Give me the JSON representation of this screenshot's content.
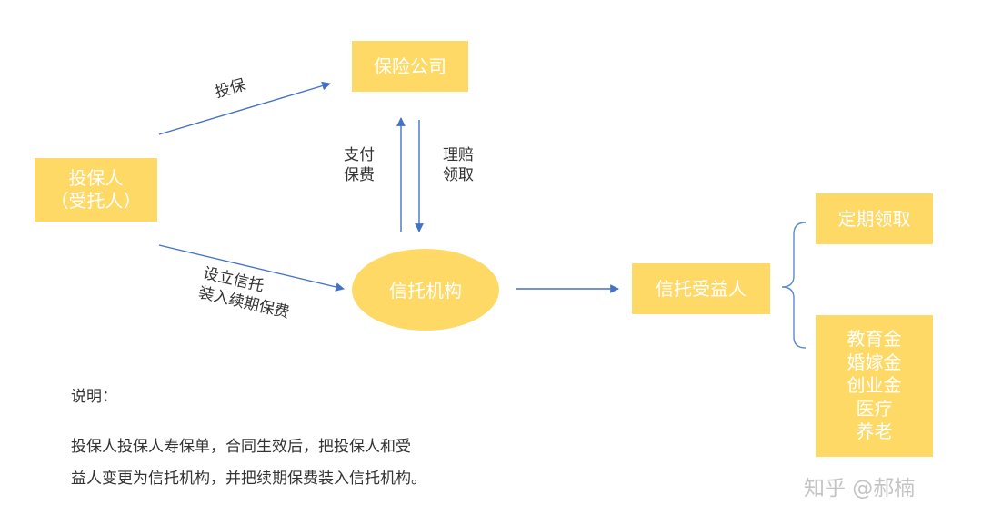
{
  "nodes": {
    "insurance_company": "保险公司",
    "policyholder_line1": "投保人",
    "policyholder_line2": "（受托人）",
    "trust_institution": "信托机构",
    "trust_beneficiary": "信托受益人",
    "periodic_claim": "定期领取",
    "uses": [
      "教育金",
      "婚嫁金",
      "创业金",
      "医疗",
      "养老"
    ]
  },
  "edge_labels": {
    "insure": "投保",
    "pay_premium_line1": "支付",
    "pay_premium_line2": "保费",
    "claim_line1": "理赔",
    "claim_line2": "领取",
    "set_trust_line1": "设立信托",
    "set_trust_line2": "装入续期保费"
  },
  "explanation": {
    "title": "说明：",
    "line1": "投保人投保人寿保单，合同生效后，把投保人和受",
    "line2": "益人变更为信托机构，并把续期保费装入信托机构。"
  },
  "watermark": "知乎 @郝楠",
  "colors": {
    "node_fill": "#FFD966",
    "node_text": "#ffffff",
    "arrow": "#4472C4",
    "bracket": "#5B8BD0"
  }
}
